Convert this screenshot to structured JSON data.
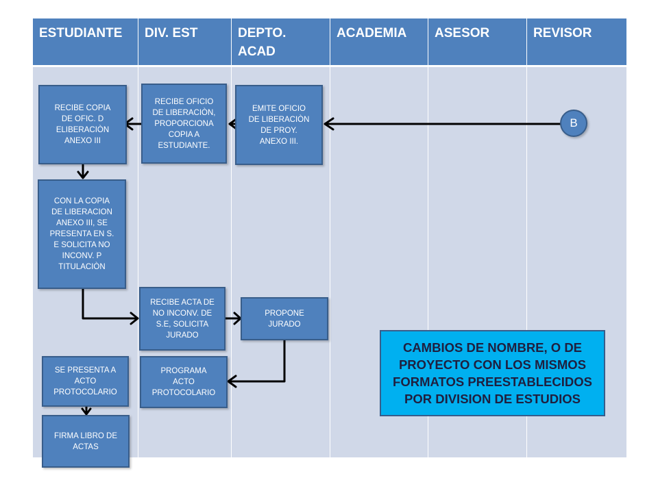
{
  "columns": [
    "ESTUDIANTE",
    "DIV. EST",
    "DEPTO.\nACAD",
    "ACADEMIA",
    "ASESOR",
    "REVISOR"
  ],
  "boxes": {
    "recibe_copia": "RECIBE COPIA\nDE OFIC. D\nELIBERACIÒN\nANEXO III",
    "recibe_oficio": "RECIBE OFICIO\nDE LIBERACIÒN,\nPROPORCIONA\nCOPIA A\nESTUDIANTE.",
    "emite_oficio": "EMITE OFICIO\nDE LIBERACIÒN\nDE PROY.\nANEXO III.",
    "con_la_copia": "CON LA COPIA\nDE LIBERACION\nANEXO III, SE\nPRESENTA EN S.\nE SOLICITA NO\nINCONV. P\nTITULACIÒN",
    "recibe_acta": "RECIBE ACTA DE\nNO INCONV. DE\nS.E, SOLICITA\nJURADO",
    "propone_jurado": "PROPONE\nJURADO",
    "se_presenta": "SE PRESENTA A\nACTO\nPROTOCOLARIO",
    "programa_acto": "PROGRAMA\nACTO\nPROTOCOLARIO",
    "firma_libro": "FIRMA LIBRO DE\nACTAS"
  },
  "connector_label": "B",
  "note": "CAMBIOS DE NOMBRE, O DE\nPROYECTO CON LOS MISMOS\nFORMATOS PREESTABLECIDOS\nPOR DIVISION DE ESTUDIOS",
  "colors": {
    "header": "#4f81bd",
    "lane": "#d0d8e8",
    "box": "#4f81bd",
    "box_border": "#385d8a",
    "note": "#00b0f0"
  }
}
